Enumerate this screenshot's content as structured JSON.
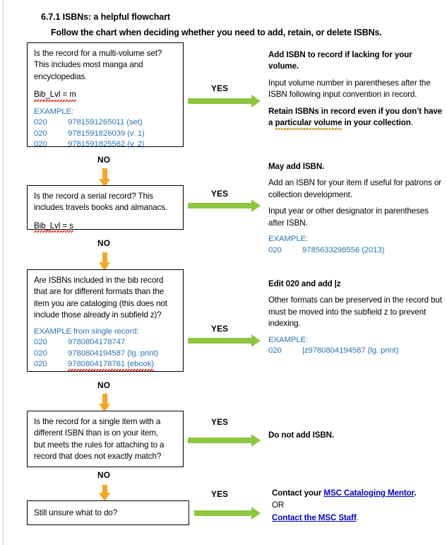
{
  "document": {
    "section_number": "6.7.1",
    "title": "6.7.1 ISBNs: a helpful flowchart",
    "subtitle": "Follow the chart when deciding whether you need to add, retain, or delete ISBNs."
  },
  "colors": {
    "yes_arrow": "#8dc63f",
    "no_arrow": "#f5a623",
    "example_text": "#2e74b5",
    "hyperlink": "#0000c8",
    "box_border": "#000000",
    "background": "#ffffff"
  },
  "labels": {
    "yes": "YES",
    "no": "NO"
  },
  "steps": [
    {
      "id": "step-1",
      "question_lines": [
        "Is the record for a multi-volume set?",
        "This includes most manga and",
        "encyclopedias."
      ],
      "bib_level": "Bib_Lvl = m",
      "example_heading": "EXAMPLE:",
      "examples": [
        {
          "tag": "020",
          "value": "9781591265011 (set)"
        },
        {
          "tag": "020",
          "value": "9781591826039 (v. 1)"
        },
        {
          "tag": "020",
          "value": "9781591825562 (v. 2)"
        }
      ],
      "yes_label": "YES",
      "no_label": "NO",
      "outcome": {
        "heading": "Add ISBN to record if lacking for your volume.",
        "body": "Input volume number in parentheses after the ISBN following input convention in record.",
        "emphasis_pre": "Retain ISBNs in record even if you don’t have a ",
        "emphasis_mid": "particular volume",
        "emphasis_post": " in your collection",
        "emphasis_end": "."
      }
    },
    {
      "id": "step-2",
      "question_lines": [
        "Is the record a serial record? This",
        "includes travels books and almanacs."
      ],
      "bib_level": "Bib_Lvl = s",
      "yes_label": "YES",
      "no_label": "NO",
      "outcome": {
        "heading": "May add ISBN.",
        "body1": "Add an ISBN for your item if useful for patrons or collection development.",
        "body2": "Input year or other designator in parentheses after ISBN.",
        "example_heading": "EXAMPLE:",
        "examples": [
          {
            "tag": "020",
            "value": "9785633298556 (2013)"
          }
        ]
      }
    },
    {
      "id": "step-3",
      "question_lines": [
        "Are ISBNs included in the bib record",
        "that are for different formats than the",
        "item you are cataloging (this does not",
        "include those already in subfield z)?"
      ],
      "example_heading": "EXAMPLE from single record:",
      "examples": [
        {
          "tag": "020",
          "value": "9780804178747"
        },
        {
          "tag": "020",
          "value": "9780804194587 (lg. print)"
        },
        {
          "tag": "020",
          "value": "9780804178761 (ebook)"
        }
      ],
      "yes_label": "YES",
      "no_label": "NO",
      "outcome": {
        "heading": "Edit 020 and add |z",
        "body": "Other formats can be preserved in the record but must be moved into the subfield z to prevent indexing.",
        "example_heading": "EXAMPLE:",
        "examples": [
          {
            "tag": "020",
            "value": "|z9780804194587 (lg. print)"
          }
        ]
      }
    },
    {
      "id": "step-4",
      "question_lines": [
        "Is the record for a single item with a",
        "different ISBN than is on your item,",
        "but meets the rules for attaching to a",
        "record that does not exactly match?"
      ],
      "yes_label": "YES",
      "no_label": "NO",
      "outcome": {
        "heading": "Do not add ISBN."
      }
    },
    {
      "id": "step-5",
      "question_lines": [
        "Still unsure what to do?"
      ],
      "yes_label": "YES",
      "outcome": {
        "contact_prefix": "Contact your ",
        "contact_link": "MSC Cataloging Mentor",
        "contact_suffix": ".",
        "or": "OR",
        "staff_link": "Contact the MSC Staff",
        "staff_suffix": "."
      }
    }
  ]
}
